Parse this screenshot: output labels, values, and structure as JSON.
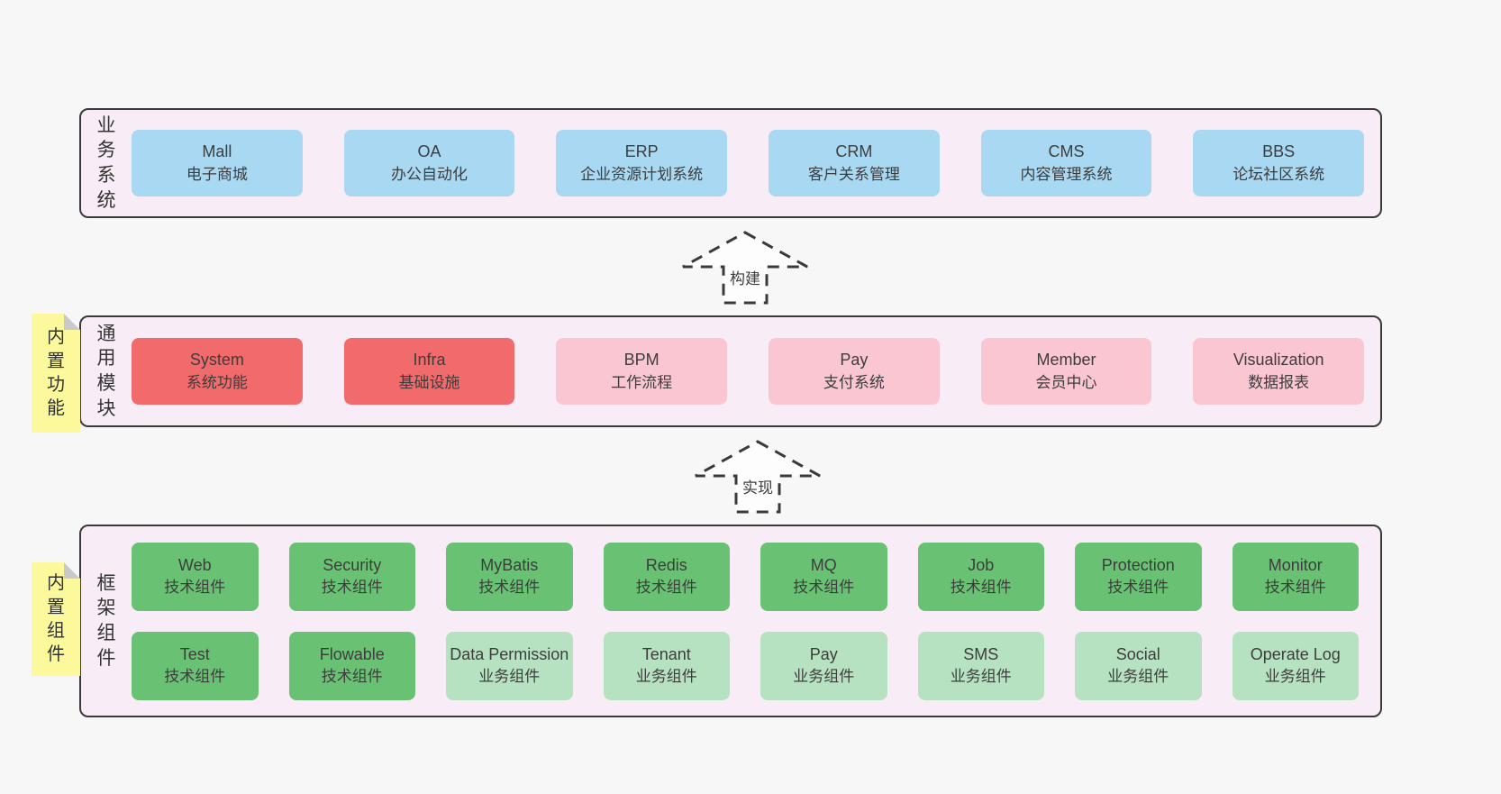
{
  "diagram": {
    "layers": [
      {
        "label": "业务系统",
        "boxes": [
          {
            "en": "Mall",
            "zh": "电子商城"
          },
          {
            "en": "OA",
            "zh": "办公自动化"
          },
          {
            "en": "ERP",
            "zh": "企业资源计划系统"
          },
          {
            "en": "CRM",
            "zh": "客户关系管理"
          },
          {
            "en": "CMS",
            "zh": "内容管理系统"
          },
          {
            "en": "BBS",
            "zh": "论坛社区系统"
          }
        ]
      },
      {
        "label": "通用模块",
        "tab": "内置功能",
        "boxes": [
          {
            "en": "System",
            "zh": "系统功能"
          },
          {
            "en": "Infra",
            "zh": "基础设施"
          },
          {
            "en": "BPM",
            "zh": "工作流程"
          },
          {
            "en": "Pay",
            "zh": "支付系统"
          },
          {
            "en": "Member",
            "zh": "会员中心"
          },
          {
            "en": "Visualization",
            "zh": "数据报表"
          }
        ]
      },
      {
        "label": "框架组件",
        "tab": "内置组件",
        "boxes": [
          {
            "en": "Web",
            "zh": "技术组件"
          },
          {
            "en": "Security",
            "zh": "技术组件"
          },
          {
            "en": "MyBatis",
            "zh": "技术组件"
          },
          {
            "en": "Redis",
            "zh": "技术组件"
          },
          {
            "en": "MQ",
            "zh": "技术组件"
          },
          {
            "en": "Job",
            "zh": "技术组件"
          },
          {
            "en": "Protection",
            "zh": "技术组件"
          },
          {
            "en": "Monitor",
            "zh": "技术组件"
          },
          {
            "en": "Test",
            "zh": "技术组件"
          },
          {
            "en": "Flowable",
            "zh": "技术组件"
          },
          {
            "en": "Data Permission",
            "zh": "业务组件"
          },
          {
            "en": "Tenant",
            "zh": "业务组件"
          },
          {
            "en": "Pay",
            "zh": "业务组件"
          },
          {
            "en": "SMS",
            "zh": "业务组件"
          },
          {
            "en": "Social",
            "zh": "业务组件"
          },
          {
            "en": "Operate Log",
            "zh": "业务组件"
          }
        ]
      }
    ],
    "arrows": [
      {
        "label": "构建"
      },
      {
        "label": "实现"
      }
    ],
    "colors": {
      "page_bg": "#f7f7f7",
      "layer_bg": "#f8edf6",
      "layer_border": "#3a3a3a",
      "business_box": "#a9d8f2",
      "core_module_box": "#f16a6c",
      "module_box": "#fac6d2",
      "tech_component_box": "#69c273",
      "biz_component_box": "#b7e2c1",
      "tab_bg": "#fbf99c",
      "tab_fold": "#c9c9c9",
      "text": "#3d3d3d"
    }
  }
}
